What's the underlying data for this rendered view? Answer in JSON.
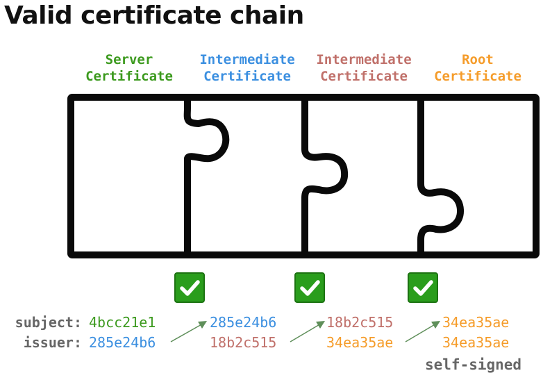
{
  "title": "Valid certificate chain",
  "colors": {
    "server": "#3c9a1e",
    "intermediate1": "#3b8fe0",
    "intermediate2": "#c0706a",
    "root": "#f59c2a",
    "check": "#2a9d1c"
  },
  "columns": [
    {
      "line1": "Server",
      "line2": "Certificate",
      "subject": "4bcc21e1",
      "issuer": "285e24b6"
    },
    {
      "line1": "Intermediate",
      "line2": "Certificate",
      "subject": "285e24b6",
      "issuer": "18b2c515"
    },
    {
      "line1": "Intermediate",
      "line2": "Certificate",
      "subject": "18b2c515",
      "issuer": "34ea35ae"
    },
    {
      "line1": "Root",
      "line2": "Certificate",
      "subject": "34ea35ae",
      "issuer": "34ea35ae"
    }
  ],
  "labels": {
    "subject": "subject:",
    "issuer": "issuer:"
  },
  "note": "self-signed",
  "icons": {
    "check": "check-icon"
  }
}
